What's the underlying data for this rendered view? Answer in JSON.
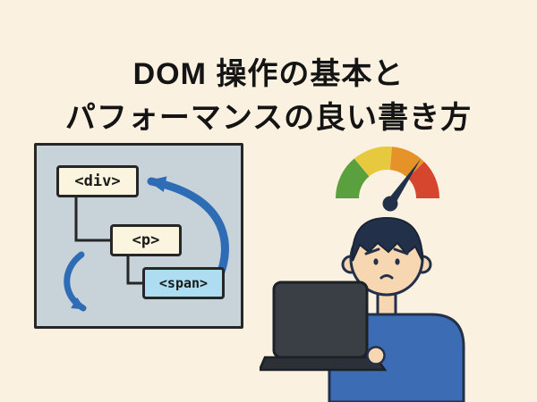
{
  "title": {
    "line1": "DOM 操作の基本と",
    "line2": "パフォーマンスの良い書き方"
  },
  "dom_tree": {
    "nodes": [
      {
        "label": "<div>"
      },
      {
        "label": "<p>"
      },
      {
        "label": "<span>"
      }
    ]
  },
  "illustration": {
    "gauge_segments": [
      "#5BA03F",
      "#E7C93F",
      "#E59329",
      "#D6452E"
    ],
    "needle_color": "#23304A",
    "sweater_color": "#3C6CB4",
    "skin_color": "#F7D7B2",
    "hair_color": "#22304A",
    "laptop_color": "#3A3F45"
  },
  "colors": {
    "background": "#FAF1E1",
    "panel": "#C8D3D9",
    "node_fill": "#FBF4DE",
    "span_node_fill": "#AEDCF0",
    "arrow": "#2E6CB5",
    "title_text": "#141414",
    "outline": "#262626"
  }
}
